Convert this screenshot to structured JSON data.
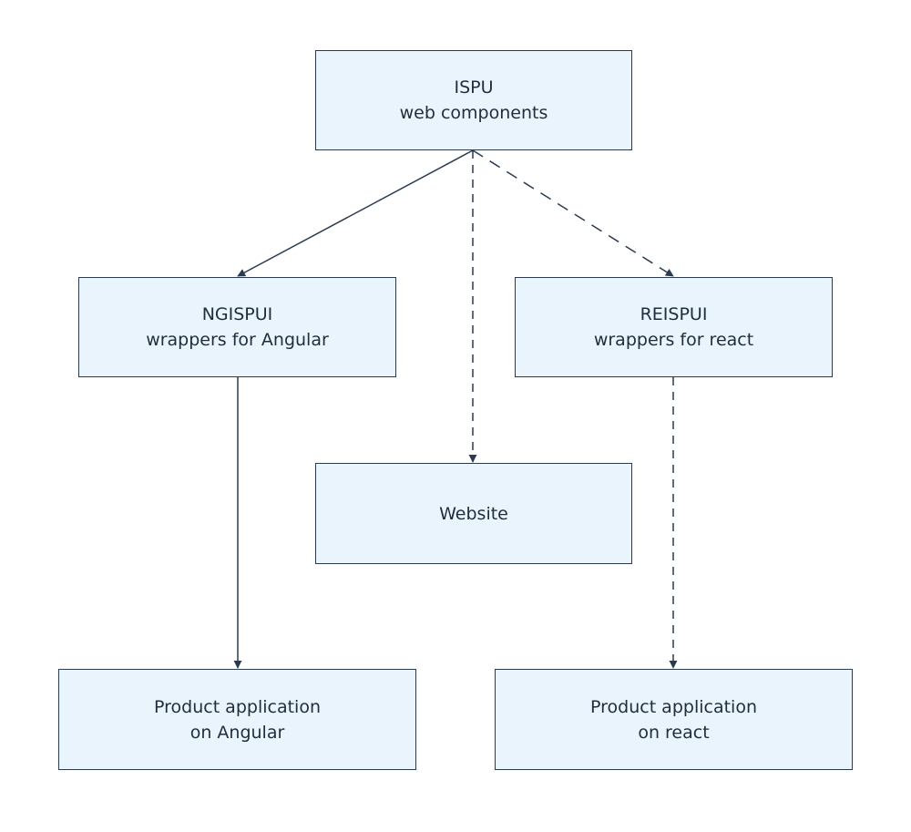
{
  "diagram": {
    "colors": {
      "node_fill": "#e9f4fc",
      "node_border": "#2a3b4f",
      "edge": "#2a3b4f",
      "text": "#1f2d3d"
    },
    "nodes": {
      "ispu": {
        "line1": "ISPU",
        "line2": "web components"
      },
      "ngispui": {
        "line1": "NGISPUI",
        "line2": "wrappers for Angular"
      },
      "reispui": {
        "line1": "REISPUI",
        "line2": "wrappers for react"
      },
      "website": {
        "line1": "Website"
      },
      "product_angular": {
        "line1": "Product application",
        "line2": "on Angular"
      },
      "product_react": {
        "line1": "Product application",
        "line2": "on react"
      }
    },
    "edges": [
      {
        "from": "ispu",
        "to": "ngispui",
        "style": "solid"
      },
      {
        "from": "ispu",
        "to": "website",
        "style": "dashed"
      },
      {
        "from": "ispu",
        "to": "reispui",
        "style": "dashed"
      },
      {
        "from": "ngispui",
        "to": "product_angular",
        "style": "solid"
      },
      {
        "from": "reispui",
        "to": "product_react",
        "style": "dashed"
      }
    ]
  }
}
